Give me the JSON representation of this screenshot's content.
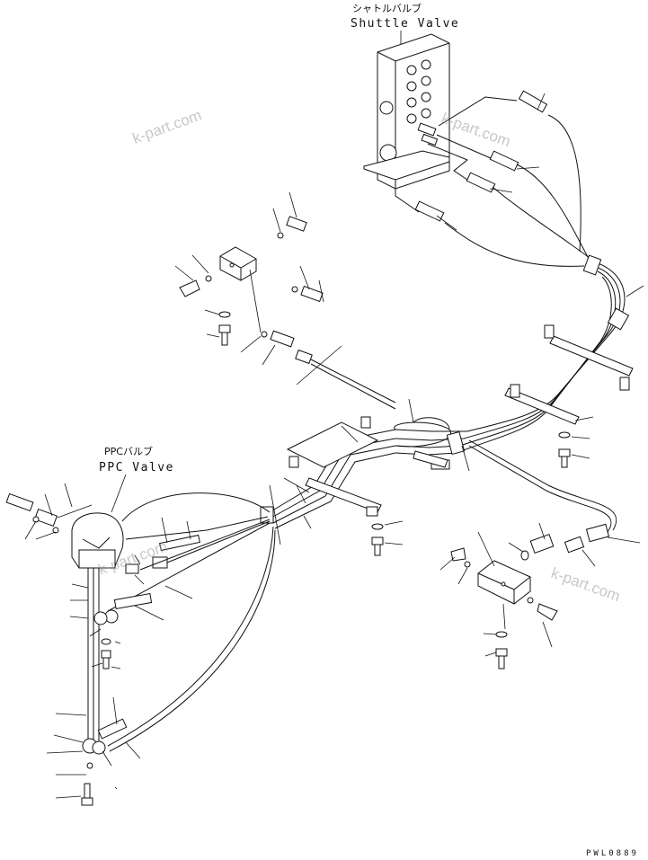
{
  "labels": {
    "shuttle_valve_jp": "シャトルバルブ",
    "shuttle_valve_en": "Shuttle Valve",
    "ppc_valve_jp": "PPCバルブ",
    "ppc_valve_en": "PPC Valve"
  },
  "watermarks": [
    "k-part.com",
    "k-part.com",
    "k-part.com",
    "k-part.com"
  ],
  "drawing_code": "PWL0889",
  "colors": {
    "ink": "#111111",
    "watermark": "#9a9a9a",
    "paper": "#ffffff"
  }
}
